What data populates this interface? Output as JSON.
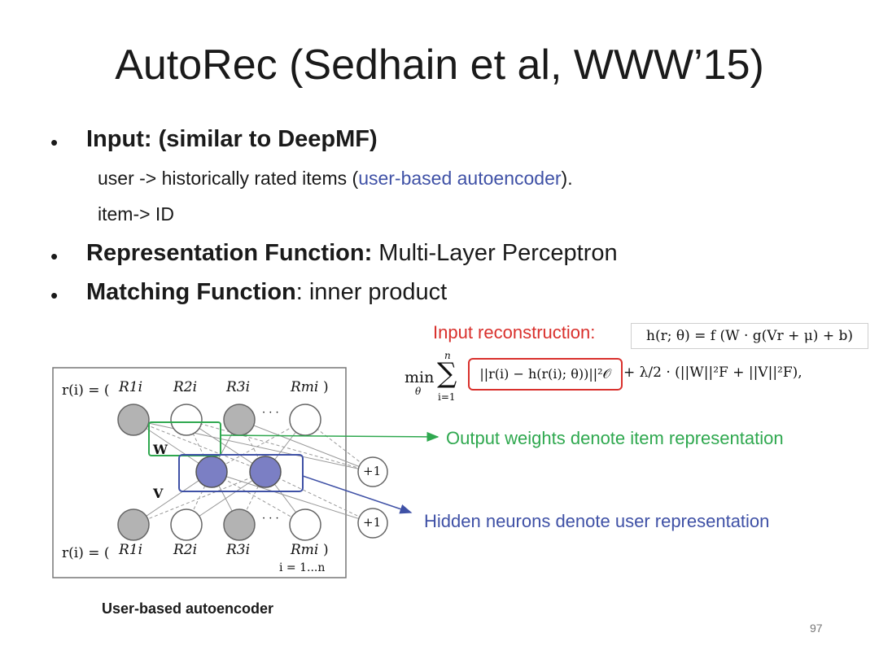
{
  "title": "AutoRec (Sedhain et al, WWW’15)",
  "bullets": [
    {
      "bold": "Input: (similar to DeepMF)",
      "rest": ""
    },
    {
      "bold": "Representation Function:",
      "rest": " Multi-Layer Perceptron"
    },
    {
      "bold": "Matching Function",
      "rest": ": inner product"
    }
  ],
  "input_sub": {
    "line1_pre": "user -> historically rated items (",
    "line1_link": "user-based autoencoder",
    "line1_post": ").",
    "line2": "item-> ID"
  },
  "reconstruction": {
    "label": "Input reconstruction:",
    "formula": "h(r; θ) = f (W · g(Vr + μ) + b)",
    "objective_min": "min",
    "objective_theta": "θ",
    "objective_sum_top": "n",
    "objective_sum_bottom": "i=1",
    "objective_boxed": "||r(i) − h(r(i); θ))||²𝒪",
    "objective_rest": "+ λ/2 · (||W||²F + ||V||²F),"
  },
  "diagram": {
    "top_row_lhs": "r(i) = (",
    "top_labels": [
      "R1i",
      "R2i",
      "R3i",
      "Rmi"
    ],
    "top_close": ")",
    "bottom_row_lhs": "r(i) = (",
    "bottom_labels": [
      "R1i",
      "R2i",
      "R3i",
      "Rmi"
    ],
    "bottom_close": ")",
    "range": "i = 1...n",
    "weight_w": "W",
    "weight_v": "V",
    "bias": "+1",
    "ellipsis": "· · ·"
  },
  "annotations": {
    "output_weights": "Output weights denote item representation",
    "hidden_neurons": "Hidden neurons denote user representation"
  },
  "caption": "User-based autoencoder",
  "page_number": "97",
  "colors": {
    "red": "#d9302c",
    "green": "#2fa84f",
    "blue": "#3f51a6",
    "hidden": "#7b7fc4",
    "gray_node": "#b3b3b3"
  }
}
